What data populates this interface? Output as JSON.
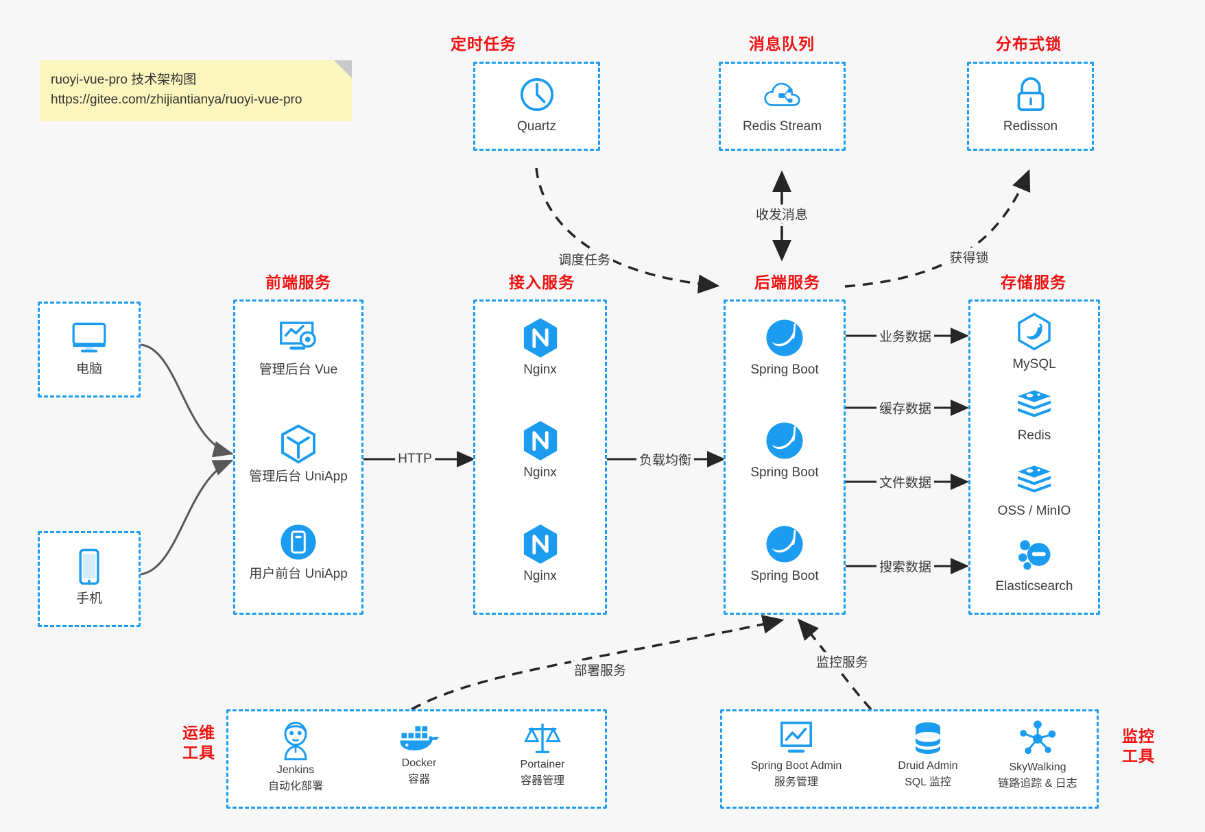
{
  "note": {
    "line1": "ruoyi-vue-pro 技术架构图",
    "line2": "https://gitee.com/zhijiantianya/ruoyi-vue-pro"
  },
  "groups": {
    "scheduled_task": {
      "title": "定时任务"
    },
    "message_queue": {
      "title": "消息队列"
    },
    "distributed_lock": {
      "title": "分布式锁"
    },
    "frontend": {
      "title": "前端服务"
    },
    "gateway": {
      "title": "接入服务"
    },
    "backend": {
      "title": "后端服务"
    },
    "storage": {
      "title": "存储服务"
    },
    "devops": {
      "title_line1": "运维",
      "title_line2": "工具"
    },
    "monitor": {
      "title_line1": "监控",
      "title_line2": "工具"
    }
  },
  "nodes": {
    "quartz": {
      "label": "Quartz",
      "icon": "clock-icon"
    },
    "redis_stream": {
      "label": "Redis Stream",
      "icon": "cloud-queue-icon"
    },
    "redisson": {
      "label": "Redisson",
      "icon": "lock-icon"
    },
    "computer": {
      "label": "电脑",
      "icon": "desktop-icon"
    },
    "phone": {
      "label": "手机",
      "icon": "mobile-icon"
    },
    "admin_vue": {
      "label": "管理后台 Vue",
      "icon": "dashboard-gear-icon"
    },
    "admin_uniapp": {
      "label": "管理后台 UniApp",
      "icon": "uniapp-cube-icon"
    },
    "user_uniapp": {
      "label": "用户前台 UniApp",
      "icon": "mobile-app-icon"
    },
    "nginx1": {
      "label": "Nginx",
      "icon": "nginx-icon"
    },
    "nginx2": {
      "label": "Nginx",
      "icon": "nginx-icon"
    },
    "nginx3": {
      "label": "Nginx",
      "icon": "nginx-icon"
    },
    "springboot1": {
      "label": "Spring Boot",
      "icon": "spring-boot-icon"
    },
    "springboot2": {
      "label": "Spring Boot",
      "icon": "spring-boot-icon"
    },
    "springboot3": {
      "label": "Spring Boot",
      "icon": "spring-boot-icon"
    },
    "mysql": {
      "label": "MySQL",
      "icon": "mysql-icon"
    },
    "redis": {
      "label": "Redis",
      "icon": "redis-icon"
    },
    "oss_minio": {
      "label": "OSS / MinIO",
      "icon": "redis-icon"
    },
    "elasticsearch": {
      "label": "Elasticsearch",
      "icon": "elasticsearch-icon"
    },
    "jenkins": {
      "label": "Jenkins",
      "sublabel": "自动化部署",
      "icon": "jenkins-icon"
    },
    "docker": {
      "label": "Docker",
      "sublabel": "容器",
      "icon": "docker-icon"
    },
    "portainer": {
      "label": "Portainer",
      "sublabel": "容器管理",
      "icon": "scales-icon"
    },
    "spring_boot_admin": {
      "label": "Spring Boot Admin",
      "sublabel": "服务管理",
      "icon": "monitor-chart-icon"
    },
    "druid_admin": {
      "label": "Druid Admin",
      "sublabel": "SQL 监控",
      "icon": "database-icon"
    },
    "skywalking": {
      "label": "SkyWalking",
      "sublabel": "链路追踪 & 日志",
      "icon": "skywalking-icon"
    }
  },
  "edges": {
    "schedule_task": "调度任务",
    "send_receive_message": "收发消息",
    "acquire_lock": "获得锁",
    "http": "HTTP",
    "load_balance": "负载均衡",
    "business_data": "业务数据",
    "cache_data": "缓存数据",
    "file_data": "文件数据",
    "search_data": "搜索数据",
    "deploy_service": "部署服务",
    "monitor_service": "监控服务"
  },
  "colors": {
    "accent_blue": "#1b9cf0",
    "title_red": "#ee1111",
    "background": "#f7f7f7",
    "box_fill": "#ffffff",
    "arrow_gray": "#585858",
    "note_yellow": "#fbf6bd"
  }
}
